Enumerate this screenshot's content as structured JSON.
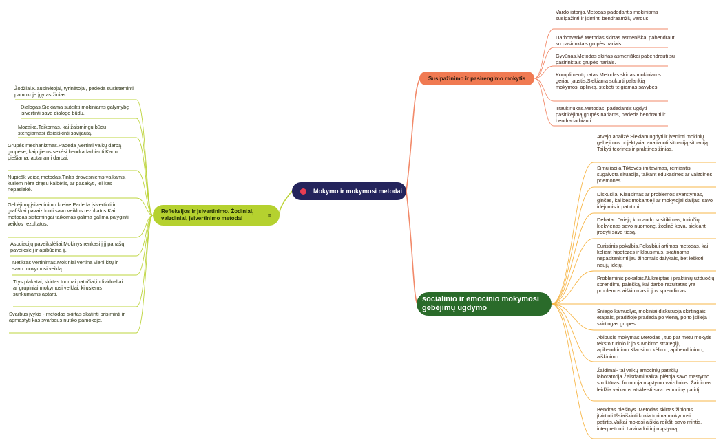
{
  "colors": {
    "central": "#24245c",
    "central_dot": "#e83d52",
    "branch_orange": "#f07a52",
    "branch_lime": "#b5d12f",
    "branch_green": "#2a6b2a",
    "line_orange": "#f28a6a",
    "line_lime": "#bdd43c",
    "line_yellow": "#f7b74a"
  },
  "central": {
    "label": "Mokymo ir mokymosi metodai"
  },
  "branches": {
    "intro": {
      "label": "Susipažinimo ir pasirengimo mokytis",
      "items": [
        "Vardo istorija.Metodas padedantis mokiniams susipažinti ir įsiminti bendraamžių vardus.",
        "Darbotvarkė.Metodas skirtas asmeniškai pabendrauti su pasirinktais grupės nariais.",
        "Gyvūnas.Metodas skirtas asmeniškai pabendrauti su pasirinktais grupės nariais.",
        "Komplimentų ratas.Metodas skirtas mokiniams geriau jaustis.Siekiama sukurti palankią mokymosi aplinką, stebėti teigiamas savybes.",
        "Traukinukas.Metodas, padedantis ugdyti pasitikėjimą grupės nariams, padeda bendrauti ir bendradarbiauti."
      ]
    },
    "reflection": {
      "label": "Refleksijos ir įsivertinimo. Žodiniai, vaizdiniai, įsivertinimo metodai",
      "note_icon": "note-icon",
      "items": [
        "Žodžiai.Klausinėtojai, tyrinėtojai, padeda susisteminti pamokoje įgytas žinias",
        "Dialogas.Siekiama suteikti mokiniams galymybę įsivertinti save dialogo būdu.",
        "Mozaika.Taikomas, kai žaismingu būdu stengiamasi išsiaiškinti savijautą.",
        "Grupės mechanizmas.Padeda įvertinti vaikų darbą grupėse, kaip jiems sekėsi bendradarbiauti.Kartu piešiama, aptariami darbai.",
        "Nupiešk veidą metodas.Tinka drovesniems vaikams, kuriem nėra drąsu kalbėtis, ar pasakyti, jei kas nepasiekė.",
        "Gebėjimų įsivertinimo kreivė.Padeda įsivertinti ir grafiškai pavaizduoti savo veiklos rezultatus.Kai metodas sistemingai taikomas galima galima palyginti veiklos rezultatus.",
        "Asociacijų paveikslėliai.Mokinys renkasi į jį panašų paveikslėlį ir apibūdina jį.",
        "Netikras vertinimas.Mokiniai vertina vieni kitų ir savo mokymosi veiklą.",
        "Trys plakatai, skirtas turimai patirčiai,individualiai ar grupiniai mokymosi veiklai, kilusiems sunkumams aptarti.",
        "Svarbus įvykis - metodas skirtas skatinti prisiminti ir apmąstyti kas svarbaus nutiko pamokoje."
      ]
    },
    "social": {
      "label": "socialinio ir emocinio mokymosi gebėjimų ugdymo",
      "items": [
        "Atvejo analizė.Siekiam ugdyti ir įvertinti mokinių gebėjimus objektyviai analizuoti situaciją situaciją. Taikyti teorines ir praktines žinias.",
        "Simuliacija.Tiktovės imitavimas, remiantis sugalvota situacija, taikant edukacines ar vaizdines priemones.",
        "Diskusija. Klausimas ar problemos svarstymas, ginčas, kai besimokantieji ar mokytojai dalijasi savo idėjomis ir patirtimi.",
        "Debatai. Dviejų komandų susitikimas, turinčių kiekvienas savo nuomonę. žodinė kova, siekiant įrodyti savo tiesą.",
        "Euristinis pokalbis.Pokalbiui artimas metodas, kai keliant hipotezes ir klausimus, skatinama nepasitenkinti jau žinomais dalykais, bet ieškoti naujų idėjų.",
        "Probleminis pokalbis.Nukreiptas į praktinių užduočių sprendimų paiešką, kai darbo rezultatas yra problemos aiškinimas ir jos sprendimas.",
        "Sniego kamuolys, mokiniai diskutuoja skirtingais etapais, pradžioje pradeda po vieną, po to įsilieja į skirtingas grupes.",
        "Abipusis mokymas.Metodas , tuo pat metu mokytis teksto turinio ir jo suvokimo strategijų apibendrinimo.Klausimo kėlimo, apibendrinimo, aiškinimo.",
        "Žaidimai- tai vaikų emocinių patirčių laboratorija.Žaisdami vaikai plėtoja savo mąstymo struktūras, formuoja mąstymo vaizdinius. Žaidimas leidžia vaikams atskleisti savo emocinę patirtį.",
        "Bendras piešinys. Metodas skirtas žinioms įtvirtinti.Išsiaiškinti kokia turima mokymosi patirtis.Vaikai mokosi aiškia reikšti savo mintis, interpretuoti. Lavina kritinį mąstymą."
      ]
    }
  }
}
